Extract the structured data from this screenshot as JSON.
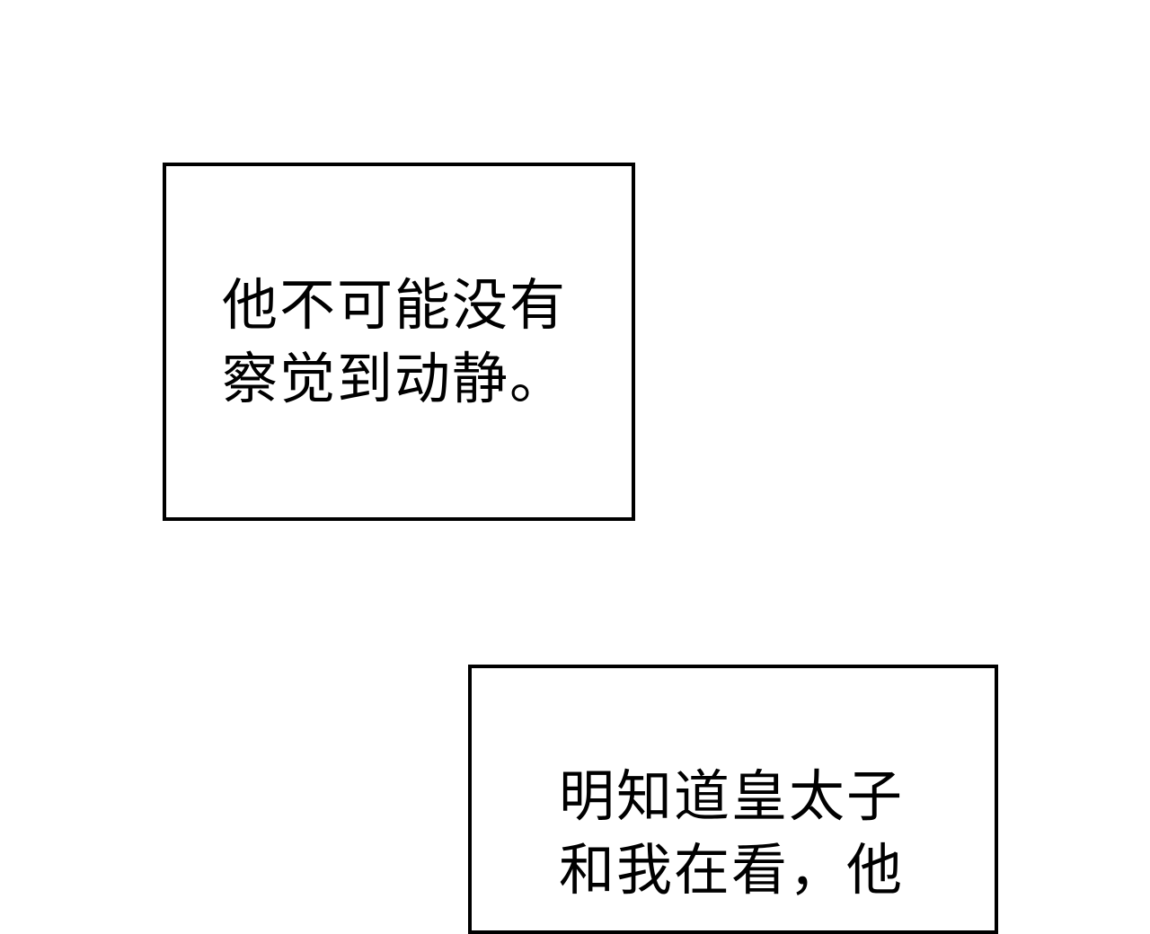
{
  "panels": [
    {
      "lines": [
        "他不可能没有",
        "察觉到动静。"
      ]
    },
    {
      "lines": [
        "明知道皇太子",
        "和我在看，他"
      ]
    }
  ]
}
